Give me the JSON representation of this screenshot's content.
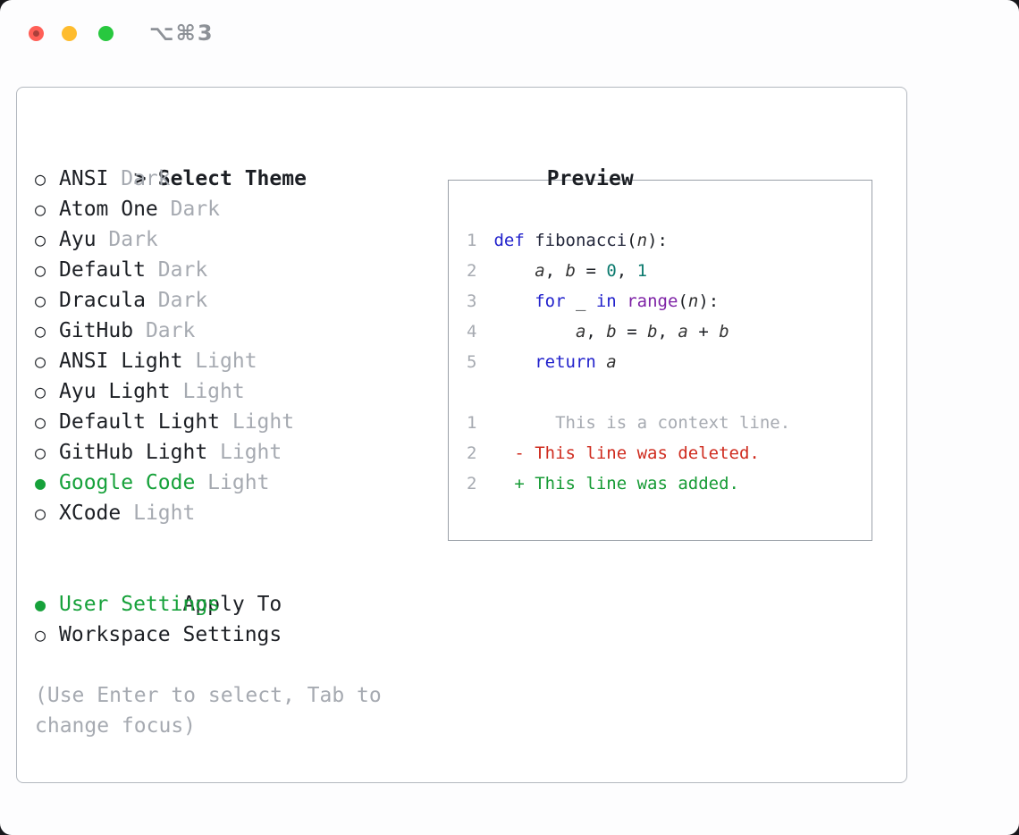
{
  "window": {
    "shortcut_label": "⌥⌘3"
  },
  "selector": {
    "prompt": ">",
    "title": "Select Theme",
    "themes": [
      {
        "name": "ANSI",
        "variant": "Dark",
        "selected": false
      },
      {
        "name": "Atom One",
        "variant": "Dark",
        "selected": false
      },
      {
        "name": "Ayu",
        "variant": "Dark",
        "selected": false
      },
      {
        "name": "Default",
        "variant": "Dark",
        "selected": false
      },
      {
        "name": "Dracula",
        "variant": "Dark",
        "selected": false
      },
      {
        "name": "GitHub",
        "variant": "Dark",
        "selected": false
      },
      {
        "name": "ANSI Light",
        "variant": "Light",
        "selected": false
      },
      {
        "name": "Ayu Light",
        "variant": "Light",
        "selected": false
      },
      {
        "name": "Default Light",
        "variant": "Light",
        "selected": false
      },
      {
        "name": "GitHub Light",
        "variant": "Light",
        "selected": false
      },
      {
        "name": "Google Code",
        "variant": "Light",
        "selected": true
      },
      {
        "name": "XCode",
        "variant": "Light",
        "selected": false
      }
    ],
    "apply_to": {
      "title": "Apply To",
      "options": [
        {
          "label": "User Settings",
          "selected": true
        },
        {
          "label": "Workspace Settings",
          "selected": false
        }
      ]
    },
    "hint": "(Use Enter to select, Tab to change focus)"
  },
  "icons": {
    "radio_selected": "●",
    "radio_unselected": "○"
  },
  "preview": {
    "title": "Preview",
    "code_lines": [
      {
        "num": "1",
        "tokens": [
          [
            "kw",
            "def"
          ],
          [
            "pl",
            " "
          ],
          [
            "fn",
            "fibonacci"
          ],
          [
            "pl",
            "("
          ],
          [
            "var",
            "n"
          ],
          [
            "pl",
            "):"
          ]
        ]
      },
      {
        "num": "2",
        "tokens": [
          [
            "pl",
            "    "
          ],
          [
            "var",
            "a"
          ],
          [
            "pl",
            ", "
          ],
          [
            "var",
            "b"
          ],
          [
            "pl",
            " = "
          ],
          [
            "num",
            "0"
          ],
          [
            "pl",
            ", "
          ],
          [
            "num",
            "1"
          ]
        ]
      },
      {
        "num": "3",
        "tokens": [
          [
            "pl",
            "    "
          ],
          [
            "kw",
            "for"
          ],
          [
            "pl",
            " _ "
          ],
          [
            "kw",
            "in"
          ],
          [
            "pl",
            " "
          ],
          [
            "typ",
            "range"
          ],
          [
            "pl",
            "("
          ],
          [
            "var",
            "n"
          ],
          [
            "pl",
            "):"
          ]
        ]
      },
      {
        "num": "4",
        "tokens": [
          [
            "pl",
            "        "
          ],
          [
            "var",
            "a"
          ],
          [
            "pl",
            ", "
          ],
          [
            "var",
            "b"
          ],
          [
            "pl",
            " = "
          ],
          [
            "var",
            "b"
          ],
          [
            "pl",
            ", "
          ],
          [
            "var",
            "a"
          ],
          [
            "pl",
            " + "
          ],
          [
            "var",
            "b"
          ]
        ]
      },
      {
        "num": "5",
        "tokens": [
          [
            "pl",
            "    "
          ],
          [
            "kw",
            "return"
          ],
          [
            "pl",
            " "
          ],
          [
            "var",
            "a"
          ]
        ]
      }
    ],
    "diff_lines": [
      {
        "num": "1",
        "kind": "context",
        "text": "      This is a context line."
      },
      {
        "num": "2",
        "kind": "deleted",
        "text": "  - This line was deleted."
      },
      {
        "num": "2",
        "kind": "added",
        "text": "  + This line was added."
      }
    ]
  },
  "colors": {
    "accent-green": "#16a13a",
    "keyword": "#2222cc",
    "function": "#22263a",
    "typename": "#7d21a5",
    "number": "#0b7a6e",
    "variable": "#333333",
    "muted": "#a6aab1",
    "text": "#1c1f24",
    "diff-red": "#cf2b1e",
    "diff-green": "#169b35",
    "border": "#b3b8bf",
    "border-inner": "#9aa0a8",
    "tl-red": "#ff5f57",
    "tl-yellow": "#febc2e",
    "tl-green": "#28c83f"
  }
}
